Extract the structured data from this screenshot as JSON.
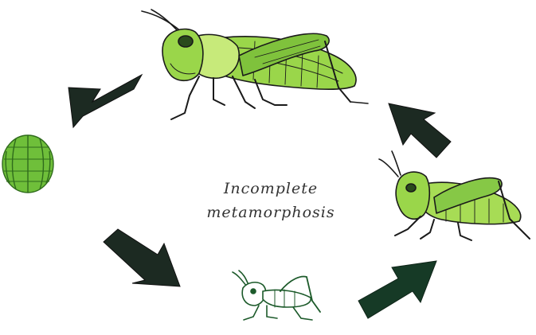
{
  "caption": {
    "line1": "Incomplete",
    "line2": "metamorphosis"
  },
  "colors": {
    "outline": "#1a1a1a",
    "arrow_dark": "#1c2a22",
    "arrow_green": "#163a26",
    "adult_body": "#9ad64a",
    "adult_light": "#c7ea7a",
    "adult_dark": "#5da52a",
    "egg": "#6fbf3a",
    "egg_dark": "#2f6b1c",
    "nymph_small": "#1c5a2a",
    "nymph_large_body": "#a7dc55"
  },
  "stages": [
    "adult-grasshopper",
    "egg",
    "small-nymph",
    "large-nymph"
  ],
  "icons": [
    "cycle-arrow",
    "cycle-arrow",
    "cycle-arrow",
    "cycle-arrow"
  ]
}
